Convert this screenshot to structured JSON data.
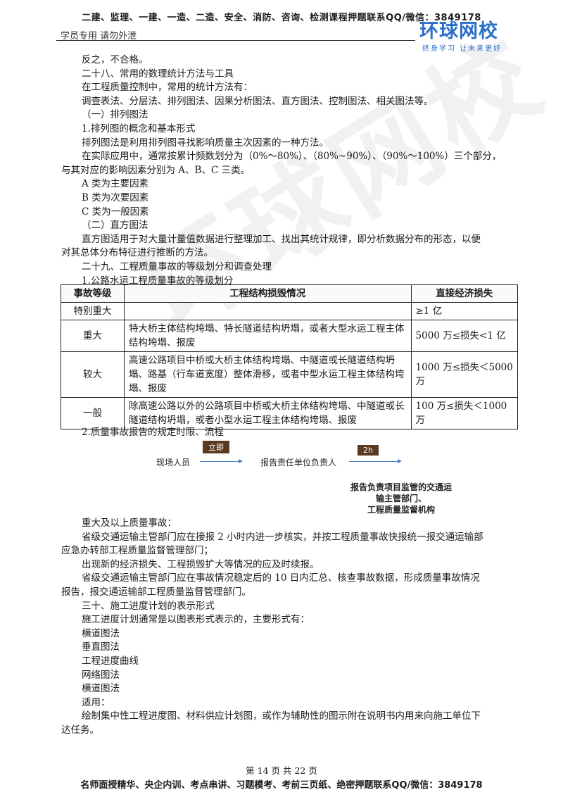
{
  "header": {
    "banner": "二建、监理、一建、一造、二造、安全、消防、咨询、检测课程押题联系QQ/微信：3849178",
    "left_note": "学员专用 请勿外泄",
    "logo_main": "环球网校",
    "logo_sub": "终身学习 让未来更好"
  },
  "watermark": "环球网校",
  "body": {
    "l1": "反之，不合格。",
    "l2": "二十八、常用的数理统计方法与工具",
    "l3": "在工程质量控制中，常用的统计方法有：",
    "l4": "调查表法、分层法、排列图法、因果分析图法、直方图法、控制图法、相关图法等。",
    "l5": "（一）排列图法",
    "l6": "1.排列图的概念和基本形式",
    "l7": "排列图法是利用排列图寻找影响质量主次因素的一种方法。",
    "l8": "在实际应用中，通常按累计频数划分为（0%～80%）、（80%~90%）、（90%～100%）三个部分，",
    "l9": "与其对应的影响因素分别为 A、B、C 三类。",
    "l10": "A 类为主要因素",
    "l11": "B 类为次要因素",
    "l12": "C 类为一般因素",
    "l13": "（二）直方图法",
    "l14": "直方图适用于对大量计量值数据进行整理加工、找出其统计规律，即分析数据分布的形态，以便",
    "l15": "对其总体分布特征进行推断的方法。",
    "l16": "二十九、工程质量事故的等级划分和调查处理",
    "l17": "1.公路水运工程质量事故的等级划分"
  },
  "table": {
    "headers": [
      "事故等级",
      "工程结构损毁情况",
      "直接经济损失"
    ],
    "rows": [
      {
        "level": "特别重大",
        "desc": "",
        "loss": "≥1 亿"
      },
      {
        "level": "重大",
        "desc": "特大桥主体结构垮塌、特长隧道结构坍塌，或者大型水运工程主体结构垮塌、报废",
        "loss": "5000 万≤损失<1 亿"
      },
      {
        "level": "较大",
        "desc": "高速公路项目中桥或大桥主体结构垮塌、中隧道或长隧道结构坍塌、路基（行车道宽度）整体滑移，或者中型水运工程主体结构垮塌、报废",
        "loss": "1000 万≤损失＜5000 万"
      },
      {
        "level": "一般",
        "desc": "除高速公路以外的公路项目中桥或大桥主体结构垮塌、中隧道或长隧道结构坍塌，或者小型水运工程主体结构垮塌、报废",
        "loss": "100 万≤损失＜1000 万"
      }
    ]
  },
  "flow": {
    "title": "2.质量事故报告的规定时限、流程",
    "node1": "现场人员",
    "tag1": "立即",
    "node2": "报告责任单位负责人",
    "tag2": "2h",
    "box_l1": "报告负责项目监管的交通运",
    "box_l2": "输主管部门、",
    "box_l3": "工程质量监督机构"
  },
  "body2": {
    "m1": "重大及以上质量事故：",
    "m2": "省级交通运输主管部门应在接报 2 小时内进一步核实，并按工程质量事故快报统一报交通运输部",
    "m3": "应急办转部工程质量监督管理部门；",
    "m4": "出现新的经济损失、工程损毁扩大等情况的应及时续报。",
    "m5": "省级交通运输主管部门应在事故情况稳定后的 10 日内汇总、核查事故数据，形成质量事故情况",
    "m6": "报告，报交通运输部工程质量监督管理部门。",
    "m7": "三十、施工进度计划的表示形式",
    "m8": "施工进度计划通常是以图表形式表示的，主要形式有：",
    "m9": "横道图法",
    "m10": "垂直图法",
    "m11": "工程进度曲线",
    "m12": "网络图法",
    "m13": "横道图法",
    "m14": "适用：",
    "m15": "绘制集中性工程进度图、材料供应计划图，或作为辅助性的图示附在说明书内用来向施工单位下",
    "m16": "达任务。"
  },
  "footer": {
    "page": "第 14 页 共 22 页",
    "banner": "名师面授精华、央企内训、考点串讲、习题模考、考前三页纸、绝密押题联系QQ/微信：3849178"
  }
}
